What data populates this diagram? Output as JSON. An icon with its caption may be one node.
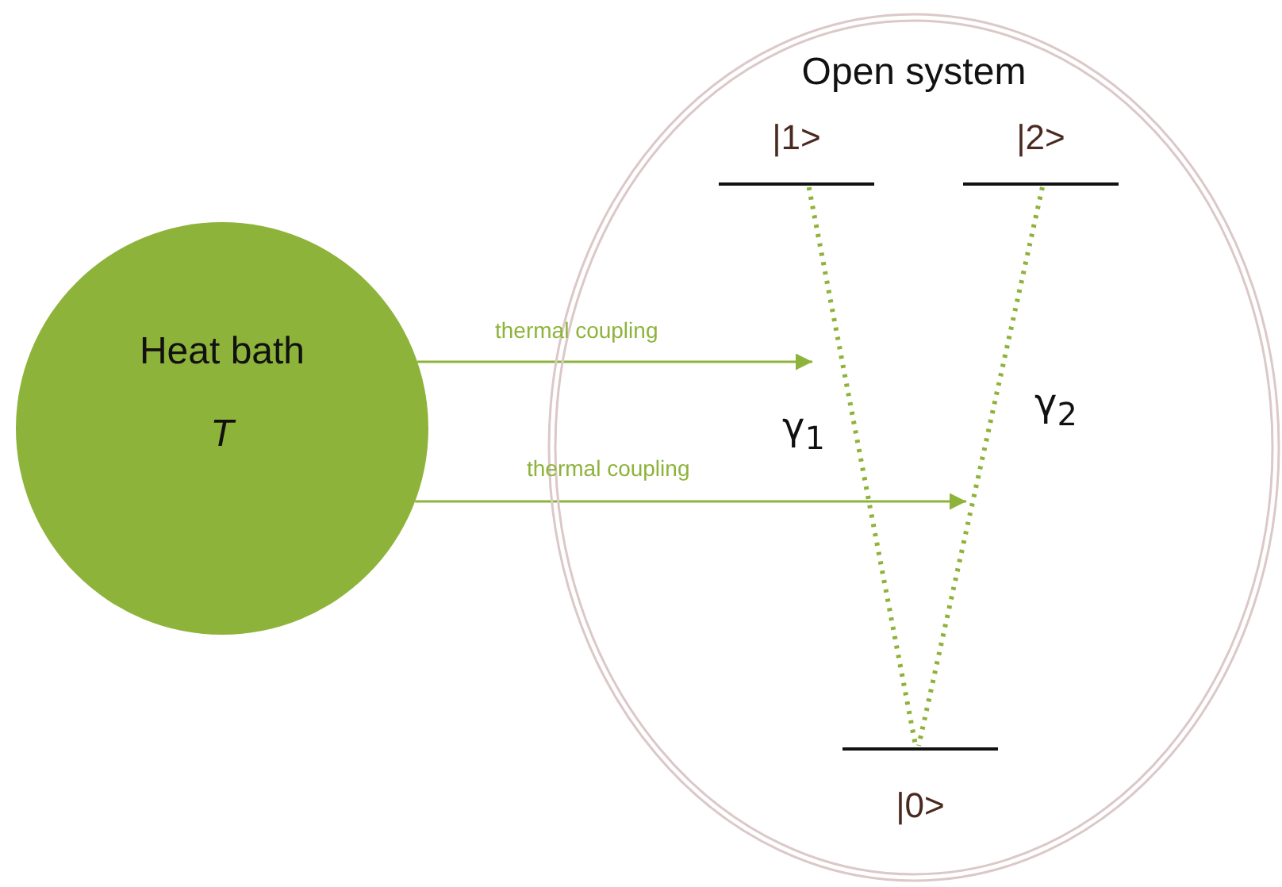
{
  "diagram": {
    "nodes": [
      {
        "text": [
          "Heat bath",
          "T"
        ]
      },
      {
        "text": [
          "Open system"
        ]
      },
      {
        "text": [
          "|1>"
        ],
        "in": 1
      },
      {
        "text": [
          "|2>"
        ],
        "in": 1
      },
      {
        "text": [
          "|0>"
        ],
        "in": 1
      }
    ],
    "edges": [
      {
        "from": 0,
        "to": null,
        "arrow": "to",
        "label": "thermal coupling"
      },
      {
        "from": 0,
        "to": null,
        "arrow": "to",
        "label": "thermal coupling"
      },
      {
        "from": 2,
        "to": 4,
        "arrow": "none",
        "label": "γ$_{1}$",
        "style": "dashed"
      },
      {
        "from": 3,
        "to": 4,
        "arrow": "none",
        "label": "γ$_{2}$",
        "style": "dashed"
      }
    ]
  }
}
